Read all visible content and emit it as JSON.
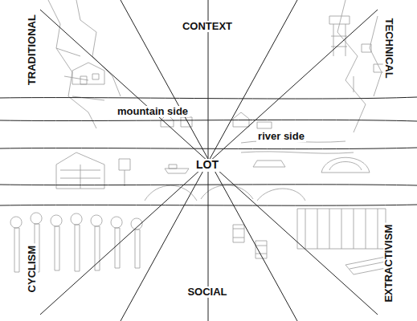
{
  "diagram": {
    "labels": [
      "CONTEXT",
      "TRADITIONAL",
      "TECHNICAL",
      "mountain side",
      "river side",
      "LOT",
      "CYCLISM",
      "SOCIAL",
      "EXTRACTIVISM"
    ]
  }
}
